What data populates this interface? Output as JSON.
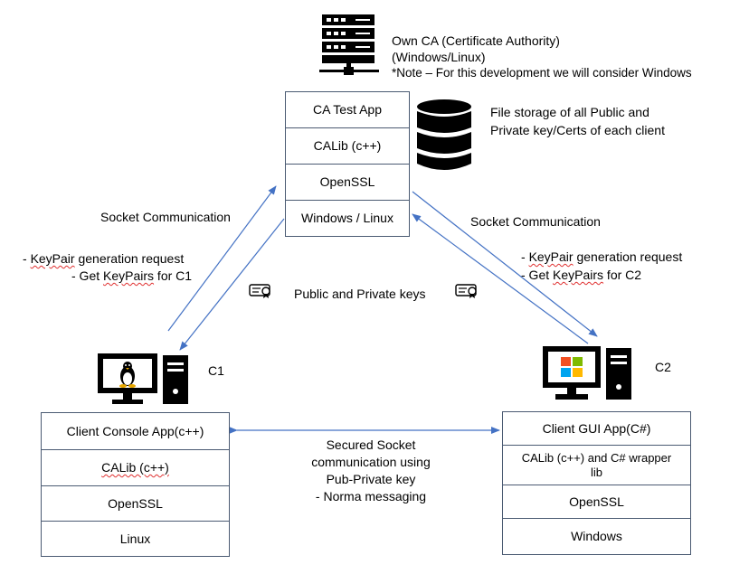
{
  "ca": {
    "title": "Own CA (Certificate Authority)",
    "os": "(Windows/Linux)",
    "note": "*Note – For this development we will consider Windows",
    "layers": [
      "CA Test App",
      "CALib (c++)",
      "OpenSSL",
      "Windows / Linux"
    ],
    "storage_line1": "File storage of all Public and",
    "storage_line2": "Private key/Certs of each client"
  },
  "left_link": {
    "label": "Socket Communication",
    "req_prefix": "- ",
    "req_word": "KeyPair",
    "req_rest": " generation request",
    "get_prefix": "- Get ",
    "get_word": "KeyPairs",
    "get_rest": " for C1"
  },
  "right_link": {
    "label": "Socket Communication",
    "req_prefix": "- ",
    "req_word": "KeyPair",
    "req_rest": " generation request",
    "get_prefix": "- Get ",
    "get_word": "KeyPairs",
    "get_rest": " for C2"
  },
  "keys_label": "Public and Private keys",
  "c1": {
    "label": "C1",
    "layers": [
      "Client Console App(c++)",
      "CALib (c++)",
      "OpenSSL",
      "Linux"
    ]
  },
  "c2": {
    "label": "C2",
    "layers": [
      "Client GUI App(C#)",
      "CALib (c++) and C# wrapper lib",
      "OpenSSL",
      "Windows"
    ]
  },
  "secure": {
    "line1": "Secured Socket",
    "line2": "communication using",
    "line3": "Pub-Private key",
    "line4": "- Norma messaging"
  },
  "colors": {
    "border": "#4a5a72",
    "arrow": "#4472c4",
    "icon": "#000000",
    "squiggle": "#e03030"
  }
}
